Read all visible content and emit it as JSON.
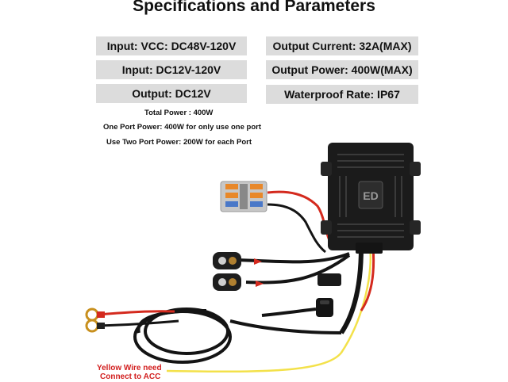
{
  "title": "Specifications and Parameters",
  "specs": {
    "input_vcc": "Input: VCC: DC48V-120V",
    "input": "Input: DC12V-120V",
    "output": "Output: DC12V",
    "output_current": "Output Current: 32A(MAX)",
    "output_power": "Output Power: 400W(MAX)",
    "waterproof": "Waterproof Rate: IP67"
  },
  "notes": {
    "total_power": "Total Power :  400W",
    "one_port": "One Port Power:  400W for only use one port",
    "two_port": "Use Two Port Power:  200W for each Port"
  },
  "warning": {
    "line1": "Yellow Wire need",
    "line2": "Connect to ACC"
  },
  "colors": {
    "box": "#dcdcdc",
    "warning_text": "#d21e1e",
    "wire_red": "#d42a1e",
    "wire_black": "#141414",
    "wire_yellow": "#f3e14a",
    "connector_orange": "#e8882a",
    "connector_blue": "#4a78c8"
  }
}
